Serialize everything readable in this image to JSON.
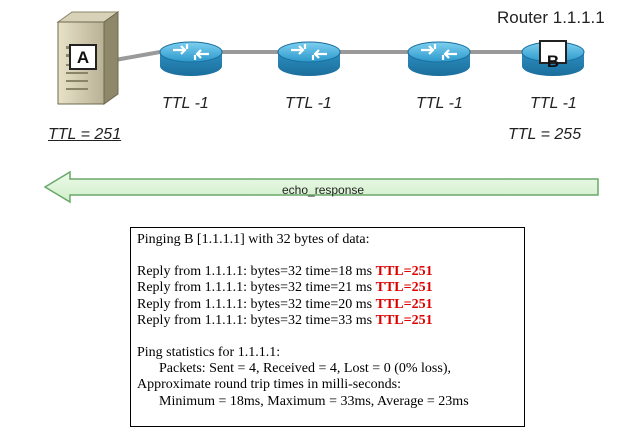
{
  "diagram": {
    "router_label": "Router 1.1.1.1",
    "host_a_label": "A",
    "host_b_label": "B",
    "hop_labels": [
      "TTL -1",
      "TTL -1",
      "TTL -1",
      "TTL -1"
    ],
    "ttl_at_a": "TTL = 251",
    "ttl_at_b": "TTL = 255",
    "arrow_label": "echo_response",
    "colors": {
      "router_blue": "#3aa8d8",
      "link_gray": "#9a9a9a",
      "arrow_fill": "#dff5dc",
      "arrow_border": "#6aa86a",
      "ttl_red": "#dd0000"
    }
  },
  "console": {
    "header": "Pinging B [1.1.1.1] with 32 bytes of data:",
    "replies": [
      {
        "text": "Reply from 1.1.1.1: bytes=32 time=18 ms ",
        "ttl": "TTL=251"
      },
      {
        "text": "Reply from 1.1.1.1: bytes=32 time=21 ms ",
        "ttl": "TTL=251"
      },
      {
        "text": "Reply from 1.1.1.1: bytes=32 time=20 ms ",
        "ttl": "TTL=251"
      },
      {
        "text": "Reply from 1.1.1.1: bytes=32 time=33 ms ",
        "ttl": "TTL=251"
      }
    ],
    "stats_title": "Ping statistics for 1.1.1.1:",
    "packets": "Packets: Sent = 4, Received = 4, Lost = 0 (0% loss),",
    "rtt_title": "Approximate round trip times in milli-seconds:",
    "rtt_values": "Minimum = 18ms, Maximum = 33ms, Average = 23ms"
  }
}
